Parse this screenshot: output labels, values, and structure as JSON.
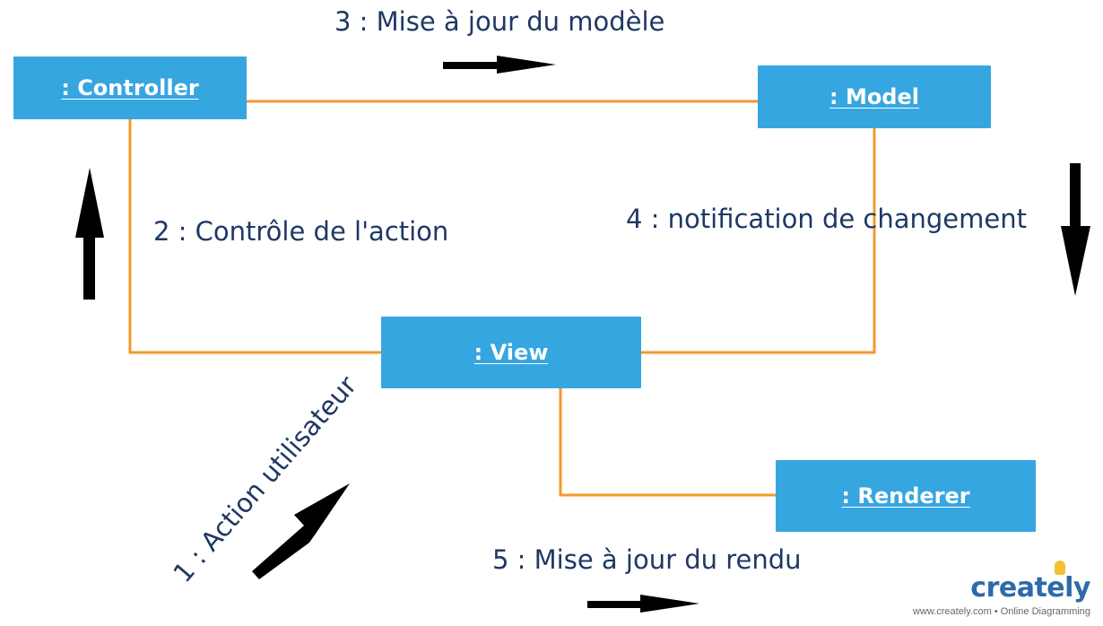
{
  "diagram": {
    "nodes": {
      "controller": ": Controller",
      "model": ": Model",
      "view": ": View",
      "renderer": ": Renderer"
    },
    "messages": {
      "m1": "1 : Action utilisateur",
      "m2": "2 : Contrôle de l'action",
      "m3": "3 :  Mise à jour du modèle",
      "m4": "4 : notification de changement",
      "m5": "5 : Mise à jour du rendu"
    }
  },
  "branding": {
    "logo_text": "creately",
    "tagline": "www.creately.com • Online Diagramming"
  },
  "colors": {
    "node_fill": "#36a6e1",
    "connector": "#f39a2b",
    "message_text": "#1f3864",
    "arrow": "#000000"
  }
}
